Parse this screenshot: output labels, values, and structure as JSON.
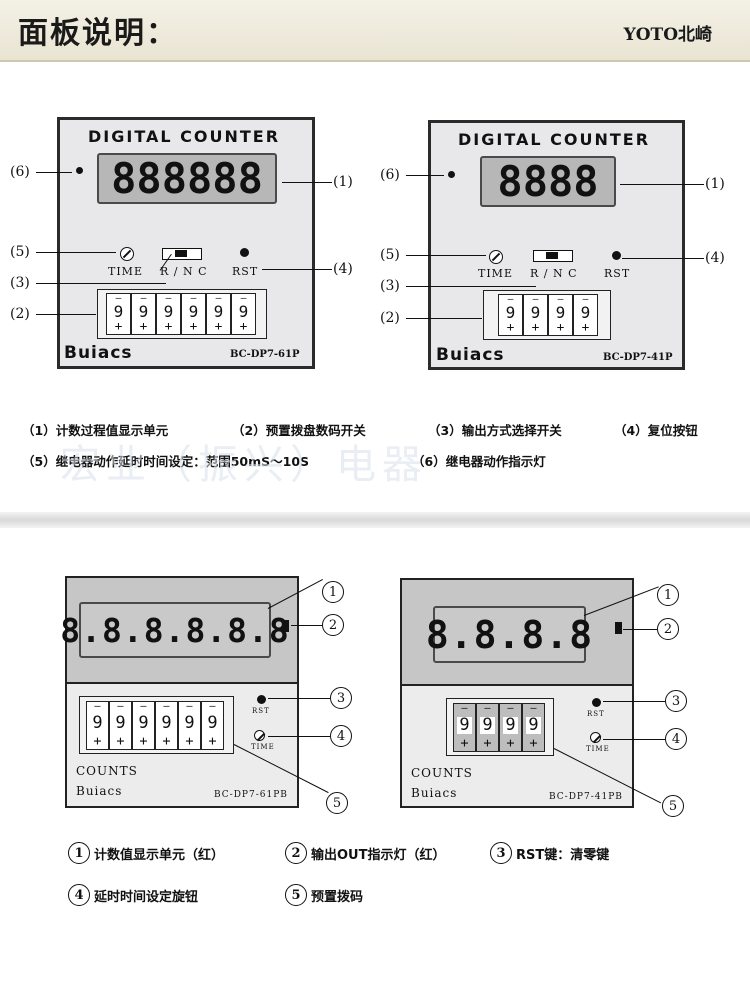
{
  "header": {
    "title": "面板说明：",
    "brand": "YOTO北崎"
  },
  "panel_6": {
    "title": "DIGITAL COUNTER",
    "display": "888888",
    "time_label": "TIME",
    "rnc_label": "R / N  C",
    "rst_label": "RST",
    "digits": [
      "9",
      "9",
      "9",
      "9",
      "9",
      "9"
    ],
    "brand": "Buiacs",
    "model": "BC-DP7-61P"
  },
  "panel_4": {
    "title": "DIGITAL COUNTER",
    "display": "8888",
    "time_label": "TIME",
    "rnc_label": "R / N  C",
    "rst_label": "RST",
    "digits": [
      "9",
      "9",
      "9",
      "9"
    ],
    "brand": "Buiacs",
    "model": "BC-DP7-41P"
  },
  "callouts": {
    "c1": "(1)",
    "c2": "(2)",
    "c3": "(3)",
    "c4": "(4)",
    "c5": "(5)",
    "c6": "(6)"
  },
  "thumb_minus": "—",
  "thumb_plus": "+",
  "descriptions": {
    "d1": "（1）计数过程值显示单元",
    "d2": "（2）预置拨盘数码开关",
    "d3": "（3）输出方式选择开关",
    "d4": "（4）复位按钮",
    "d5": "（5）继电器动作延时时间设定：范围50mS～10S",
    "d6": "（6）继电器动作指示灯"
  },
  "watermark": "宏业（振兴）电器",
  "bottom_6": {
    "display": "8.8.8.8.8.8",
    "rst_label": "RST",
    "time_label": "TIME",
    "digits": [
      "9",
      "9",
      "9",
      "9",
      "9",
      "9"
    ],
    "counts": "COUNTS",
    "brand": "Buiacs",
    "model": "BC-DP7-61PB"
  },
  "bottom_4": {
    "display": "8.8.8.8",
    "rst_label": "RST",
    "time_label": "TIME",
    "digits": [
      "9",
      "9",
      "9",
      "9"
    ],
    "counts": "COUNTS",
    "brand": "Buiacs",
    "model": "BC-DP7-41PB"
  },
  "num": {
    "n1": "1",
    "n2": "2",
    "n3": "3",
    "n4": "4",
    "n5": "5"
  },
  "legend": {
    "l1": "计数值显示单元（红）",
    "l2": "输出OUT指示灯（红）",
    "l3": "RST键：清零键",
    "l4": "延时时间设定旋钮",
    "l5": "预置拨码"
  }
}
